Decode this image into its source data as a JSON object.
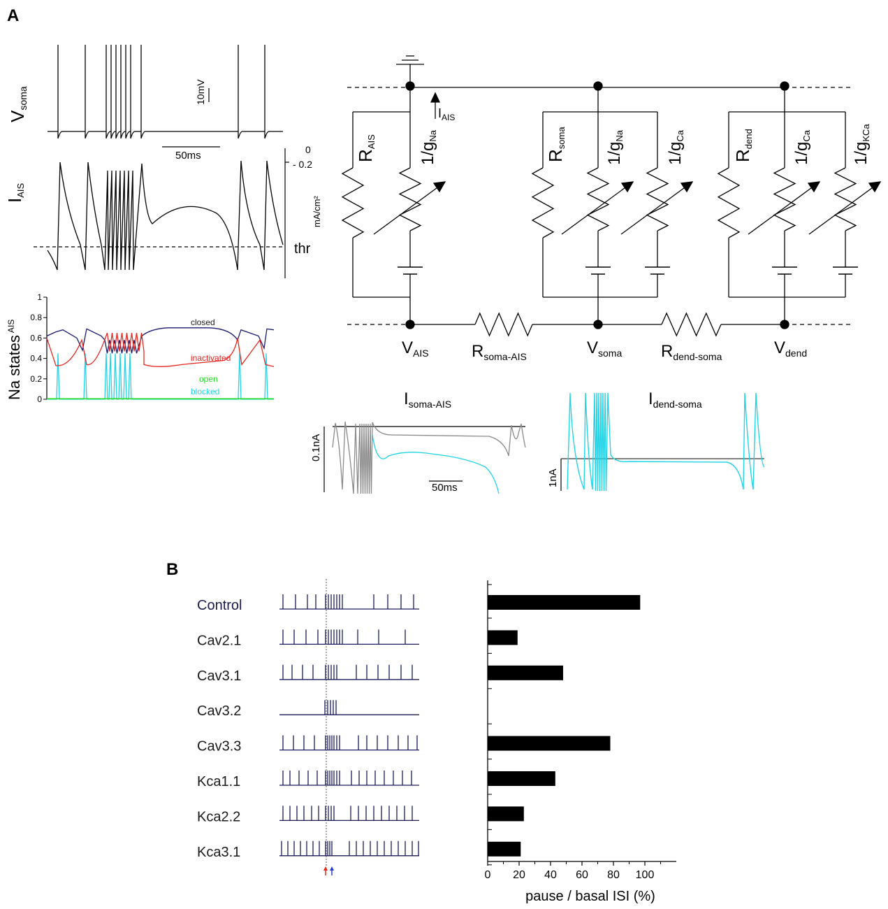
{
  "panel_a": {
    "letter": "A",
    "vsoma": {
      "label_main": "V",
      "label_sub": "soma",
      "scale_v": "10mV",
      "scale_t": "50ms"
    },
    "iais": {
      "label_main": "I",
      "label_sub": "AIS",
      "tick_0": "0",
      "tick_1": "- 0.2",
      "unit": "mA/cm²",
      "thr": "thr"
    },
    "na_states": {
      "ylabel": "Na states",
      "ylabel_sub": "AIS",
      "yticks": [
        "0",
        "0.2",
        "0.4",
        "0.6",
        "0.8",
        "1"
      ],
      "legend": {
        "closed": "closed",
        "inactivated": "inactivated",
        "open": "open",
        "blocked": "blocked"
      },
      "colors": {
        "closed": "#1a1a6e",
        "inactivated": "#e8251f",
        "open": "#22dd22",
        "blocked": "#22d4e8"
      }
    },
    "circuit": {
      "i_ais_main": "I",
      "i_ais_sub": "AIS",
      "r_ais_main": "R",
      "r_ais_sub": "AIS",
      "gna1_main": "1/g",
      "gna1_sub": "Na",
      "r_soma_main": "R",
      "r_soma_sub": "soma",
      "gna2_main": "1/g",
      "gna2_sub": "Na",
      "gca1_main": "1/g",
      "gca1_sub": "Ca",
      "r_dend_main": "R",
      "r_dend_sub": "dend",
      "gca2_main": "1/g",
      "gca2_sub": "Ca",
      "gkca_main": "1/g",
      "gkca_sub": "KCa",
      "v_ais_main": "V",
      "v_ais_sub": "AIS",
      "r_soma_ais_main": "R",
      "r_soma_ais_sub": "soma-AIS",
      "v_soma_main": "V",
      "v_soma_sub": "soma",
      "r_dend_soma_main": "R",
      "r_dend_soma_sub": "dend-soma",
      "v_dend_main": "V",
      "v_dend_sub": "dend"
    },
    "i_soma_ais": {
      "title_main": "I",
      "title_sub": "soma-AIS",
      "scale_i": "0.1nA",
      "scale_t": "50ms",
      "colors": {
        "gray": "#8a8a8a",
        "cyan": "#22d4e8"
      }
    },
    "i_dend_soma": {
      "title_main": "I",
      "title_sub": "dend-soma",
      "scale_i": "1nA"
    }
  },
  "panel_b": {
    "letter": "B",
    "chart_data": {
      "type": "bar",
      "orientation": "horizontal",
      "categories": [
        "Control",
        "Cav2.1",
        "Cav3.1",
        "Cav3.2",
        "Cav3.3",
        "Kca1.1",
        "Kca2.2",
        "Kca3.1"
      ],
      "values": [
        97,
        19,
        48,
        0,
        78,
        43,
        23,
        21
      ],
      "xlabel": "pause / basal ISI (%)",
      "xlim": [
        0,
        120
      ],
      "xticks": [
        "0",
        "20",
        "40",
        "60",
        "80",
        "100"
      ],
      "bar_color": "#000000"
    },
    "traces_color": "#1a1a5e",
    "arrow_colors": {
      "red": "#e8251f",
      "blue": "#2a3ad8"
    }
  }
}
